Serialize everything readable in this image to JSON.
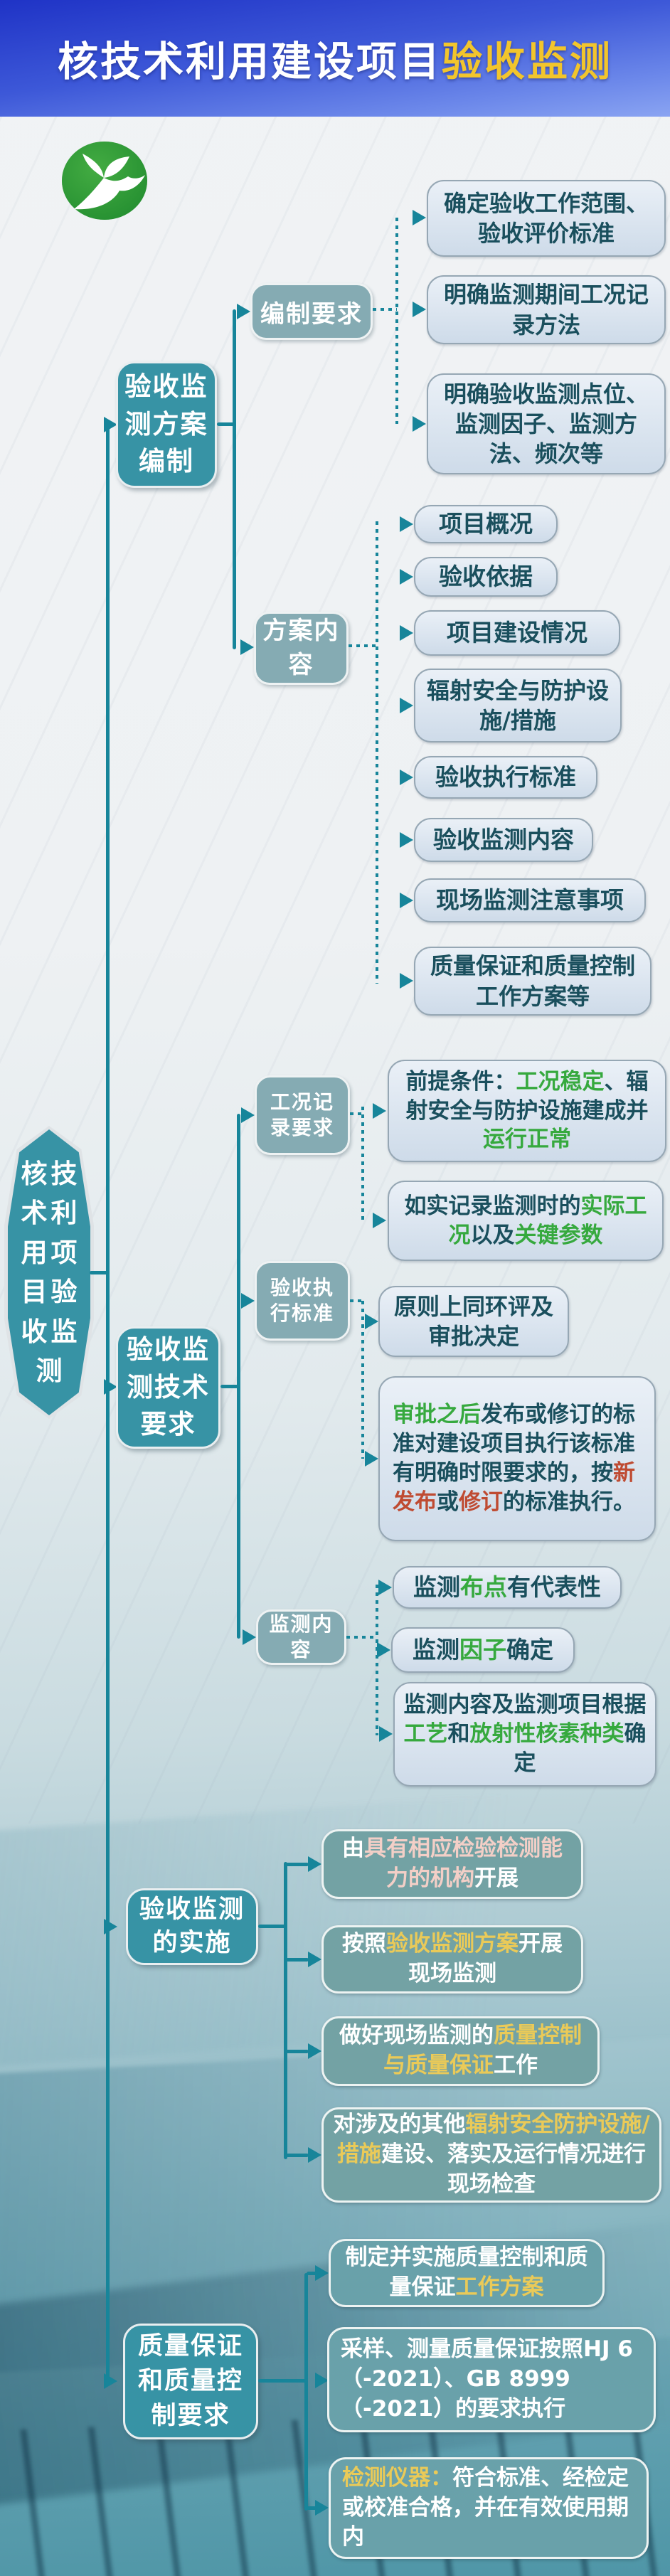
{
  "colors": {
    "banner_blue": "#2b43cc",
    "banner_yellow": "#f2c52c",
    "node_teal": "#3793a5",
    "node_sage": "#85abb3",
    "line_teal": "#17859a",
    "leaf_bg": "#d9e3ee",
    "leaf_text": "#1a4f5d",
    "green": "#36a93e",
    "red": "#bf4b32",
    "yellow": "#eaca58",
    "pink": "#f3cfc7",
    "impl_leaf": "#73a2a4"
  },
  "banner": {
    "white": "核技术利用建设项目",
    "yellow": "验收监测"
  },
  "logo": {
    "name": "green-leaf-bird-logo"
  },
  "root": {
    "label": "核技术利用项目验收监测"
  },
  "b1": {
    "label": "验收监测方案编制",
    "s1": {
      "label": "编制要求",
      "l1": "确定验收工作范围、验收评价标准",
      "l2": "明确监测期间工况记录方法",
      "l3": "明确验收监测点位、监测因子、监测方法、频次等"
    },
    "s2": {
      "label": "方案内容",
      "l1": "项目概况",
      "l2": "验收依据",
      "l3": "项目建设情况",
      "l4": "辐射安全与防护设施/措施",
      "l5": "验收执行标准",
      "l6": "验收监测内容",
      "l7": "现场监测注意事项",
      "l8": "质量保证和质量控制工作方案等"
    }
  },
  "b2": {
    "label": "验收监测技术要求",
    "s1": {
      "label": "工况记录要求",
      "l1": {
        "s1": "前提条件：",
        "s2": "工况稳定",
        "s3": "、辐射安全与防护设施建成并",
        "s4": "运行正常"
      },
      "l2": {
        "s1": "如实记录监测时的",
        "s2": "实际工况",
        "s3": "以及",
        "s4": "关键参数"
      }
    },
    "s2": {
      "label": "验收执行标准",
      "l1": "原则上同环评及审批决定",
      "l2": {
        "s1": "审批之后",
        "s2": "发布或修订的标准对建设项目执行该标准有明确时限要求的，按",
        "s3": "新发布",
        "s4": "或",
        "s5": "修订",
        "s6": "的标准执行。"
      }
    },
    "s3": {
      "label": "监测内容",
      "l1": {
        "s1": "监测",
        "s2": "布点",
        "s3": "有代表性"
      },
      "l2": {
        "s1": "监测",
        "s2": "因子",
        "s3": "确定"
      },
      "l3": {
        "s1": "监测内容及监测项目根据",
        "s2": "工艺",
        "s3": "和",
        "s4": "放射性核素种类",
        "s5": "确定"
      }
    }
  },
  "b3": {
    "label": "验收监测的实施",
    "l1": {
      "s1": "由",
      "s2": "具有相应检验检测能力的机构",
      "s3": "开展"
    },
    "l2": {
      "s1": "按照",
      "s2": "验收监测方案",
      "s3": "开展现场监测"
    },
    "l3": {
      "s1": "做好现场监测的",
      "s2": "质量控制与质量保证",
      "s3": "工作"
    },
    "l4": {
      "s1": "对涉及的其他",
      "s2": "辐射安全防护设施/措施",
      "s3": "建设、落实及运行情况进行现场检查"
    }
  },
  "b4": {
    "label": "质量保证和质量控制要求",
    "l1": {
      "s1": "制定并实施质量控制和质量保证",
      "s2": "工作方案"
    },
    "l2": "采样、测量质量保证按照HJ 6（-2021）、GB 8999（-2021）的要求执行",
    "l3": {
      "s1": "检测仪器：",
      "s2": "符合标准、经检定或校准合格，并在有效使用期内"
    }
  }
}
